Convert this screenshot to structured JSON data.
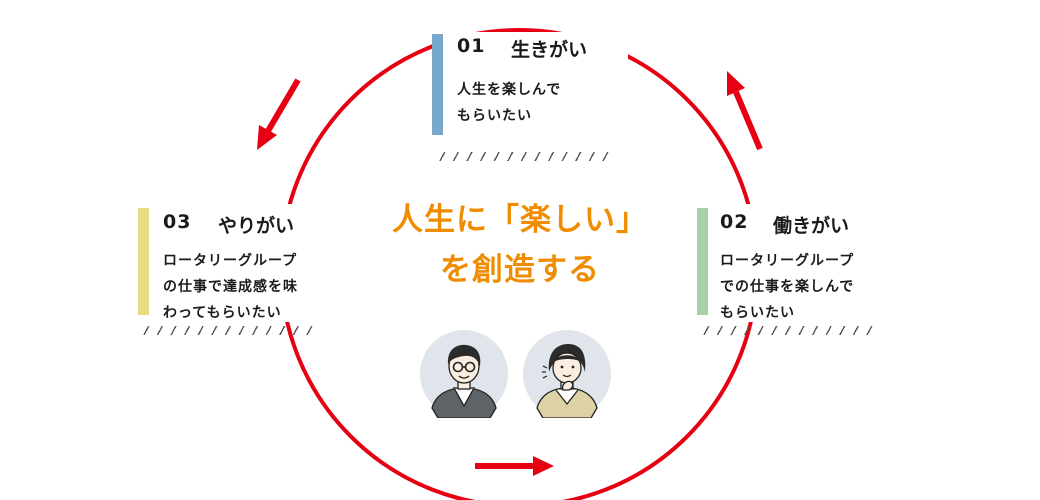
{
  "items": [
    {
      "number": "01",
      "title": "生きがい",
      "lines": [
        "人生を楽しんで",
        "もらいたい"
      ],
      "color": "#78a9cd"
    },
    {
      "number": "02",
      "title": "働きがい",
      "lines": [
        "ロータリーグループ",
        "での仕事を楽しんで",
        "もらいたい"
      ],
      "color": "#a8cfa6"
    },
    {
      "number": "03",
      "title": "やりがい",
      "lines": [
        "ロータリーグループ",
        "の仕事で達成感を味",
        "わってもらいたい"
      ],
      "color": "#e7dc84"
    }
  ],
  "center": {
    "line1": "人生に「楽しい」",
    "line2": "を創造する"
  },
  "colors": {
    "cycle": "#e60012",
    "accent": "#f08c00"
  },
  "icons": [
    "man-with-glasses-avatar",
    "woman-thinking-avatar",
    "arrow-icon"
  ]
}
